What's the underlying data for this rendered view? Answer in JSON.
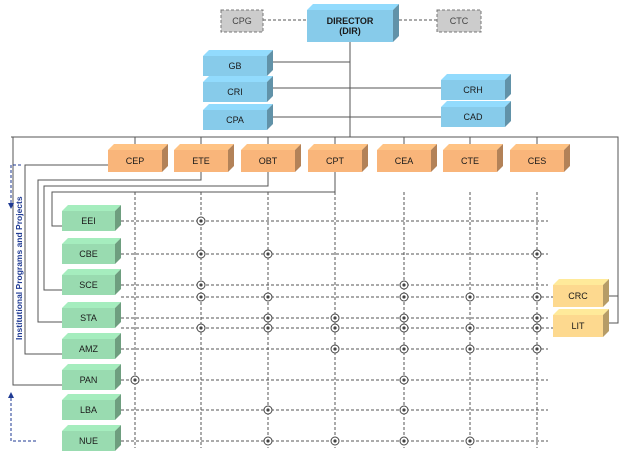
{
  "director": {
    "line1": "DIRECTOR",
    "line2": "(DIR)"
  },
  "advisory": {
    "left": "CPG",
    "right": "CTC"
  },
  "staff_left": [
    "GB",
    "CRI",
    "CPA"
  ],
  "staff_right": [
    "CRH",
    "CAD"
  ],
  "centers": [
    "CEP",
    "ETE",
    "OBT",
    "CPT",
    "CEA",
    "CTE",
    "CES"
  ],
  "programs": [
    "EEI",
    "CBE",
    "SCE",
    "STA",
    "AMZ",
    "PAN",
    "LBA",
    "NUE"
  ],
  "side_units": [
    "CRC",
    "LIT"
  ],
  "side_label": "Institutional Programs and Projects",
  "participation": [
    [
      "EEI",
      "ETE"
    ],
    [
      "CBE",
      "ETE"
    ],
    [
      "CBE",
      "OBT"
    ],
    [
      "CBE",
      "CES"
    ],
    [
      "SCE",
      "ETE"
    ],
    [
      "SCE",
      "CEA"
    ],
    [
      "SCE-CRC",
      "ETE"
    ],
    [
      "SCE-CRC",
      "OBT"
    ],
    [
      "SCE-CRC",
      "CEA"
    ],
    [
      "SCE-CRC",
      "CTE"
    ],
    [
      "SCE-CRC",
      "CES"
    ],
    [
      "STA",
      "OBT"
    ],
    [
      "STA",
      "CPT"
    ],
    [
      "STA",
      "CEA"
    ],
    [
      "STA",
      "CES"
    ],
    [
      "STA-LIT",
      "ETE"
    ],
    [
      "STA-LIT",
      "OBT"
    ],
    [
      "STA-LIT",
      "CPT"
    ],
    [
      "STA-LIT",
      "CEA"
    ],
    [
      "STA-LIT",
      "CTE"
    ],
    [
      "STA-LIT",
      "CES"
    ],
    [
      "AMZ",
      "CPT"
    ],
    [
      "AMZ",
      "CEA"
    ],
    [
      "AMZ",
      "CTE"
    ],
    [
      "AMZ",
      "CES"
    ],
    [
      "PAN",
      "CEP"
    ],
    [
      "PAN",
      "CEA"
    ],
    [
      "LBA",
      "OBT"
    ],
    [
      "LBA",
      "CEA"
    ],
    [
      "NUE",
      "OBT"
    ],
    [
      "NUE",
      "CPT"
    ],
    [
      "NUE",
      "CEA"
    ],
    [
      "NUE",
      "CTE"
    ]
  ],
  "colors": {
    "director": "#87cbea",
    "staff": "#87cbea",
    "center": "#f9b57a",
    "program": "#99dbb0",
    "side": "#fdd98f",
    "advisory": "#cccccc",
    "side_arrow": "#1f3a93"
  }
}
